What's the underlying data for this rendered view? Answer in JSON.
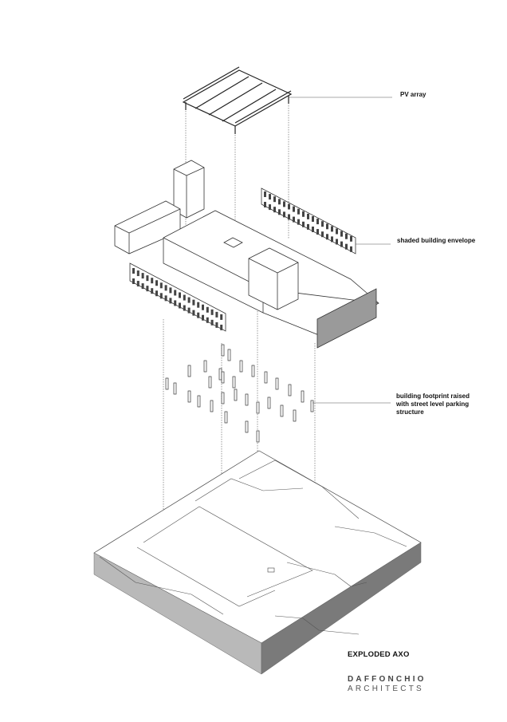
{
  "labels": {
    "pv": "PV array",
    "envelope": "shaded building envelope",
    "footprint_lines": [
      "building footprint raised",
      "with street level parking",
      "structure"
    ]
  },
  "title": "EXPLODED AXO",
  "logo": {
    "line1": "DAFFONCHIO",
    "line2": "ARCHITECTS"
  },
  "colors": {
    "ink": "#333333",
    "fill": "#ffffff",
    "shade": "#8a8a8a",
    "slab_side": "#b9b9b9",
    "slab_front": "#7a7a7a"
  }
}
